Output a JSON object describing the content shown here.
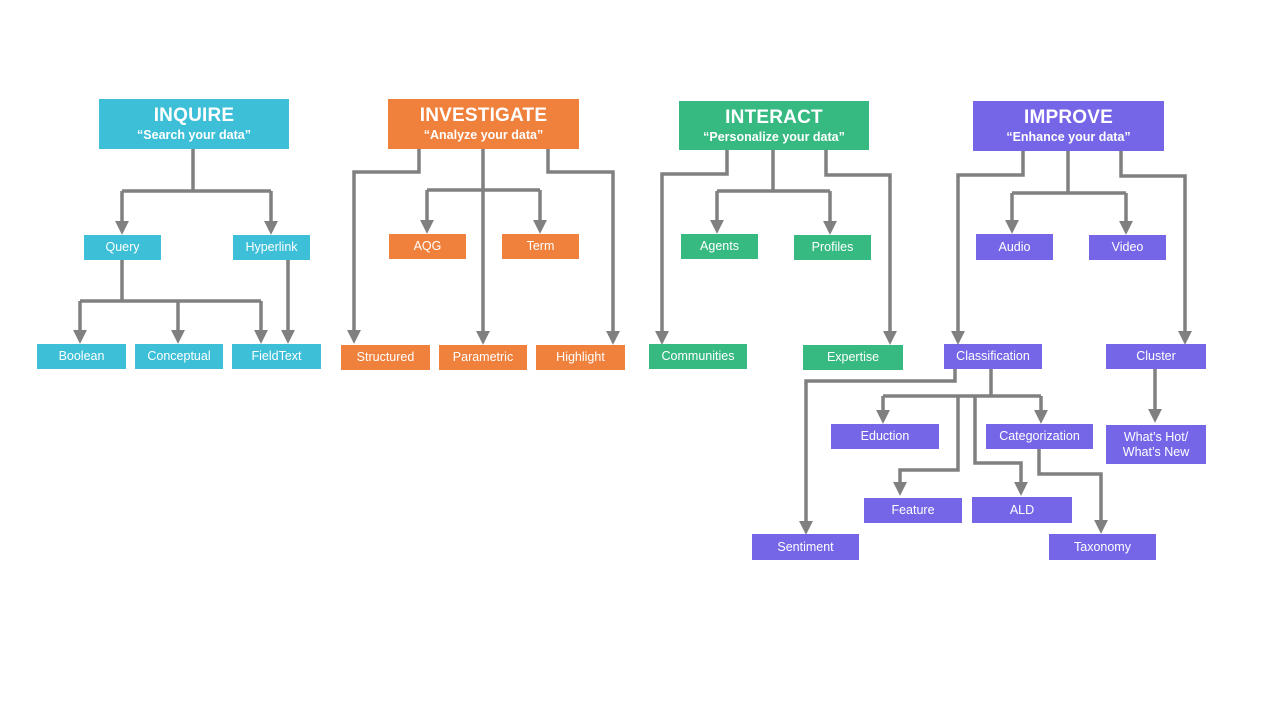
{
  "colors": {
    "inquire": "#3dbfd8",
    "investigate": "#f0813d",
    "interact": "#37ba82",
    "improve": "#7566e8",
    "connector": "#808080"
  },
  "inquire": {
    "title": "INQUIRE",
    "subtitle": "“Search your data”",
    "query": "Query",
    "hyperlink": "Hyperlink",
    "boolean": "Boolean",
    "conceptual": "Conceptual",
    "fieldtext": "FieldText"
  },
  "investigate": {
    "title": "INVESTIGATE",
    "subtitle": "“Analyze your data”",
    "aqg": "AQG",
    "term": "Term",
    "structured": "Structured",
    "parametric": "Parametric",
    "highlight": "Highlight"
  },
  "interact": {
    "title": "INTERACT",
    "subtitle": "“Personalize your data”",
    "agents": "Agents",
    "profiles": "Profiles",
    "communities": "Communities",
    "expertise": "Expertise"
  },
  "improve": {
    "title": "IMPROVE",
    "subtitle": "“Enhance your data”",
    "audio": "Audio",
    "video": "Video",
    "classification": "Classification",
    "cluster": "Cluster",
    "eduction": "Eduction",
    "categorization": "Categorization",
    "whats_hot_1": "What’s Hot/",
    "whats_hot_2": "What’s New",
    "feature": "Feature",
    "ald": "ALD",
    "sentiment": "Sentiment",
    "taxonomy": "Taxonomy"
  }
}
